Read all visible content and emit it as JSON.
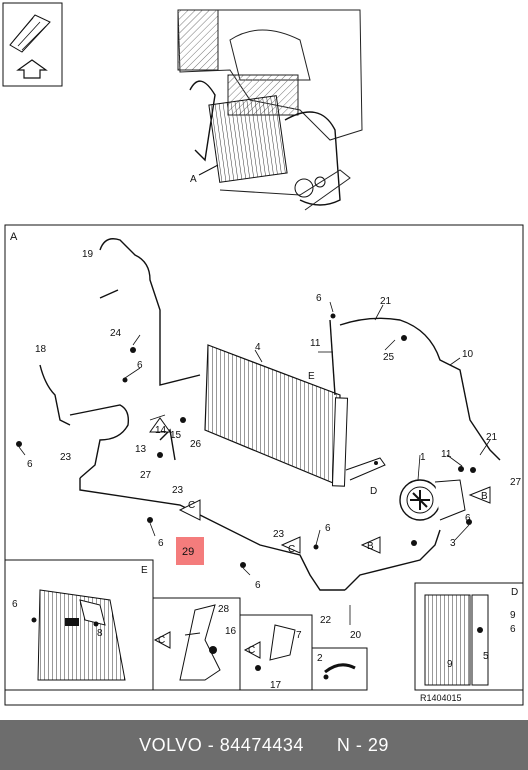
{
  "diagram": {
    "main_section_label": "A",
    "overview_label": "A",
    "inset_labels": {
      "e": "E",
      "d": "D"
    },
    "highlight_callout": "29",
    "reference_code": "R1404015",
    "callouts": {
      "c19": "19",
      "c24": "24",
      "c6a": "6",
      "c18": "18",
      "c13": "13",
      "c14": "14",
      "c15": "15",
      "c26": "26",
      "c27a": "27",
      "c23a": "23",
      "c6b": "6",
      "c4": "4",
      "c6c": "6",
      "c11a": "11",
      "c21a": "21",
      "c25": "25",
      "c10": "10",
      "cE": "E",
      "cD": "D",
      "c1": "1",
      "c11b": "11",
      "c21b": "21",
      "c27b": "27",
      "c23b": "23",
      "cB1": "B",
      "c6d": "6",
      "c23c": "23",
      "cC1": "C",
      "c6e": "6",
      "c6f": "6",
      "cB2": "B",
      "c3": "3",
      "c6g": "6",
      "c22": "22",
      "c20": "20",
      "c6h": "6",
      "c8": "8",
      "c28": "28",
      "c16": "16",
      "cC2": "C",
      "c7": "7",
      "cC3": "C",
      "c17": "17",
      "c2": "2",
      "c9": "9",
      "c5": "5",
      "c9b": "9",
      "c6i": "6"
    }
  },
  "footer": {
    "brand": "VOLVO",
    "separator": " - ",
    "part_number": "84474434",
    "position_label": "N - 29"
  },
  "colors": {
    "highlight": "#f47c7c",
    "footer_bg": "#6d6d6d",
    "line": "#111111"
  }
}
